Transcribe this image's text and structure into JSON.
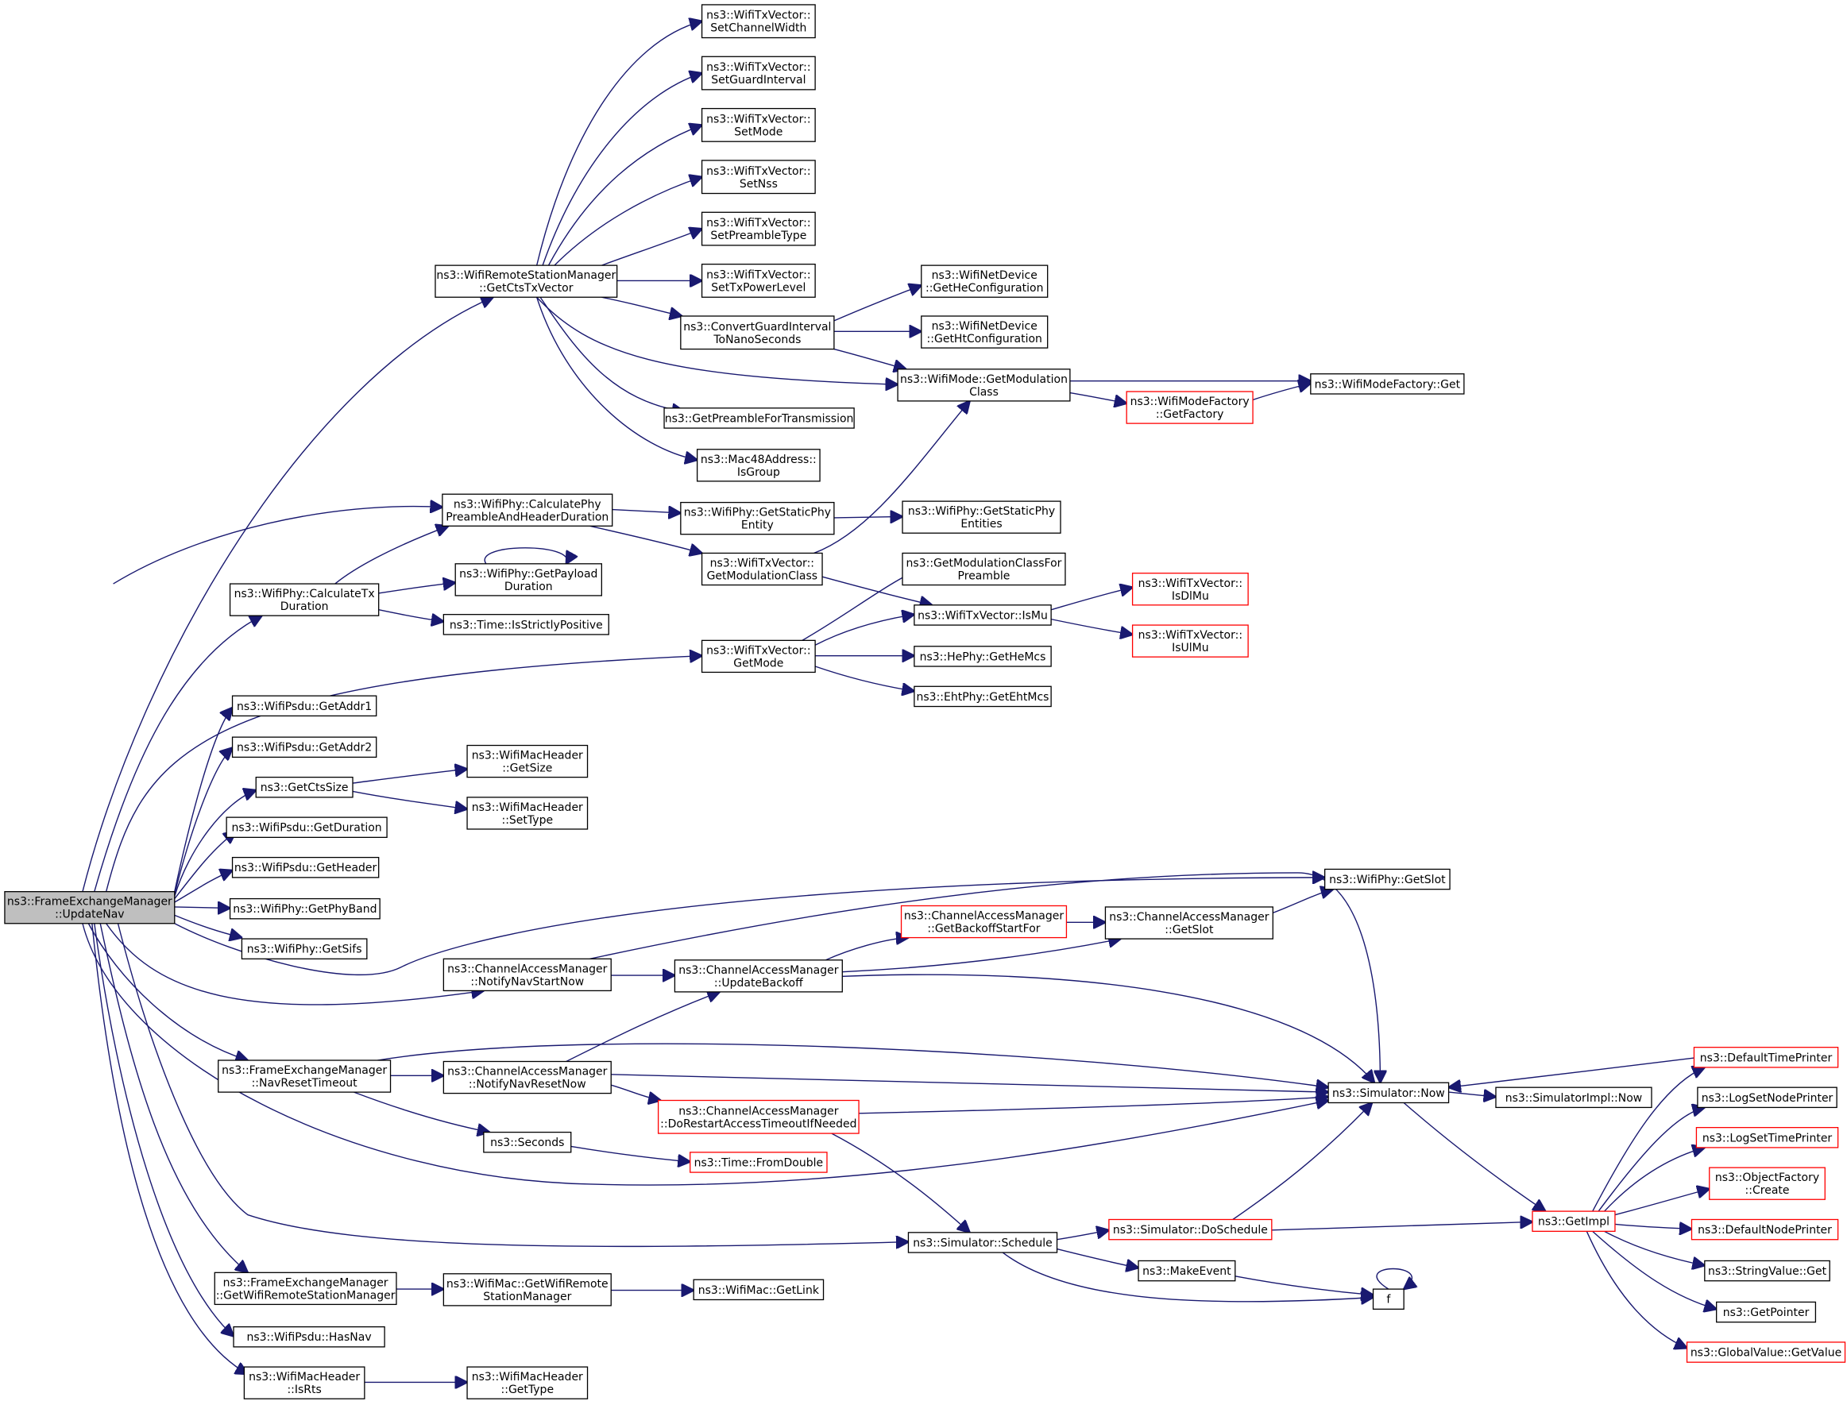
{
  "graph": {
    "type": "call-graph",
    "colors": {
      "edge": "#191970",
      "root_fill": "#bfbfbf",
      "border_red": "#ff0000",
      "border_black": "#000000"
    },
    "nodes": [
      {
        "id": "root",
        "lines": [
          "ns3::FrameExchangeManager",
          "::UpdateNav"
        ],
        "root": true
      },
      {
        "id": "getCtsTxVector",
        "lines": [
          "ns3::WifiRemoteStationManager",
          "::GetCtsTxVector"
        ]
      },
      {
        "id": "setChannelWidth",
        "lines": [
          "ns3::WifiTxVector::",
          "SetChannelWidth"
        ]
      },
      {
        "id": "setGuardInterval",
        "lines": [
          "ns3::WifiTxVector::",
          "SetGuardInterval"
        ]
      },
      {
        "id": "setMode",
        "lines": [
          "ns3::WifiTxVector::",
          "SetMode"
        ]
      },
      {
        "id": "setNss",
        "lines": [
          "ns3::WifiTxVector::",
          "SetNss"
        ]
      },
      {
        "id": "setPreambleType",
        "lines": [
          "ns3::WifiTxVector::",
          "SetPreambleType"
        ]
      },
      {
        "id": "setTxPowerLevel",
        "lines": [
          "ns3::WifiTxVector::",
          "SetTxPowerLevel"
        ]
      },
      {
        "id": "convertGI",
        "lines": [
          "ns3::ConvertGuardInterval",
          "ToNanoSeconds"
        ]
      },
      {
        "id": "getHeConfig",
        "lines": [
          "ns3::WifiNetDevice",
          "::GetHeConfiguration"
        ]
      },
      {
        "id": "getHtConfig",
        "lines": [
          "ns3::WifiNetDevice",
          "::GetHtConfiguration"
        ]
      },
      {
        "id": "getModClass",
        "lines": [
          "ns3::WifiMode::GetModulation",
          "Class"
        ]
      },
      {
        "id": "modeFactoryGet",
        "lines": [
          "ns3::WifiModeFactory::Get"
        ]
      },
      {
        "id": "getFactory",
        "lines": [
          "ns3::WifiModeFactory",
          "::GetFactory"
        ],
        "red": true
      },
      {
        "id": "getPreambleForTx",
        "lines": [
          "ns3::GetPreambleForTransmission"
        ]
      },
      {
        "id": "isGroup",
        "lines": [
          "ns3::Mac48Address::",
          "IsGroup"
        ]
      },
      {
        "id": "calcPhyPreamble",
        "lines": [
          "ns3::WifiPhy::CalculatePhy",
          "PreambleAndHeaderDuration"
        ]
      },
      {
        "id": "getStaticPhyEntity",
        "lines": [
          "ns3::WifiPhy::GetStaticPhy",
          "Entity"
        ]
      },
      {
        "id": "getStaticPhyEntities",
        "lines": [
          "ns3::WifiPhy::GetStaticPhy",
          "Entities"
        ]
      },
      {
        "id": "txvGetModClass",
        "lines": [
          "ns3::WifiTxVector::",
          "GetModulationClass"
        ]
      },
      {
        "id": "calcTxDuration",
        "lines": [
          "ns3::WifiPhy::CalculateTx",
          "Duration"
        ]
      },
      {
        "id": "getPayloadDuration",
        "lines": [
          "ns3::WifiPhy::GetPayload",
          "Duration"
        ]
      },
      {
        "id": "isStrictlyPositive",
        "lines": [
          "ns3::Time::IsStrictlyPositive"
        ]
      },
      {
        "id": "getModClassForPreamble",
        "lines": [
          "ns3::GetModulationClassFor",
          "Preamble"
        ]
      },
      {
        "id": "isMu",
        "lines": [
          "ns3::WifiTxVector::IsMu"
        ]
      },
      {
        "id": "isDlMu",
        "lines": [
          "ns3::WifiTxVector::",
          "IsDlMu"
        ],
        "red": true
      },
      {
        "id": "isUlMu",
        "lines": [
          "ns3::WifiTxVector::",
          "IsUlMu"
        ],
        "red": true
      },
      {
        "id": "txvGetMode",
        "lines": [
          "ns3::WifiTxVector::",
          "GetMode"
        ]
      },
      {
        "id": "getHeMcs",
        "lines": [
          "ns3::HePhy::GetHeMcs"
        ]
      },
      {
        "id": "getEhtMcs",
        "lines": [
          "ns3::EhtPhy::GetEhtMcs"
        ]
      },
      {
        "id": "getAddr1",
        "lines": [
          "ns3::WifiPsdu::GetAddr1"
        ]
      },
      {
        "id": "getAddr2",
        "lines": [
          "ns3::WifiPsdu::GetAddr2"
        ]
      },
      {
        "id": "getCtsSize",
        "lines": [
          "ns3::GetCtsSize"
        ]
      },
      {
        "id": "macHdrGetSize",
        "lines": [
          "ns3::WifiMacHeader",
          "::GetSize"
        ]
      },
      {
        "id": "macHdrSetType",
        "lines": [
          "ns3::WifiMacHeader",
          "::SetType"
        ]
      },
      {
        "id": "getDuration",
        "lines": [
          "ns3::WifiPsdu::GetDuration"
        ]
      },
      {
        "id": "getHeader",
        "lines": [
          "ns3::WifiPsdu::GetHeader"
        ]
      },
      {
        "id": "getPhyBand",
        "lines": [
          "ns3::WifiPhy::GetPhyBand"
        ]
      },
      {
        "id": "getSifs",
        "lines": [
          "ns3::WifiPhy::GetSifs"
        ]
      },
      {
        "id": "phyGetSlot",
        "lines": [
          "ns3::WifiPhy::GetSlot"
        ]
      },
      {
        "id": "getBackoffStartFor",
        "lines": [
          "ns3::ChannelAccessManager",
          "::GetBackoffStartFor"
        ],
        "red": true
      },
      {
        "id": "camGetSlot",
        "lines": [
          "ns3::ChannelAccessManager",
          "::GetSlot"
        ]
      },
      {
        "id": "notifyNavStartNow",
        "lines": [
          "ns3::ChannelAccessManager",
          "::NotifyNavStartNow"
        ]
      },
      {
        "id": "updateBackoff",
        "lines": [
          "ns3::ChannelAccessManager",
          "::UpdateBackoff"
        ]
      },
      {
        "id": "navResetTimeout",
        "lines": [
          "ns3::FrameExchangeManager",
          "::NavResetTimeout"
        ]
      },
      {
        "id": "notifyNavResetNow",
        "lines": [
          "ns3::ChannelAccessManager",
          "::NotifyNavResetNow"
        ]
      },
      {
        "id": "doRestartAccess",
        "lines": [
          "ns3::ChannelAccessManager",
          "::DoRestartAccessTimeoutIfNeeded"
        ],
        "red": true
      },
      {
        "id": "simNow",
        "lines": [
          "ns3::Simulator::Now"
        ]
      },
      {
        "id": "simImplNow",
        "lines": [
          "ns3::SimulatorImpl::Now"
        ]
      },
      {
        "id": "seconds",
        "lines": [
          "ns3::Seconds"
        ]
      },
      {
        "id": "fromDouble",
        "lines": [
          "ns3::Time::FromDouble"
        ],
        "red": true
      },
      {
        "id": "defaultTimePrinter",
        "lines": [
          "ns3::DefaultTimePrinter"
        ],
        "red": true
      },
      {
        "id": "logSetNodePrinter",
        "lines": [
          "ns3::LogSetNodePrinter"
        ]
      },
      {
        "id": "logSetTimePrinter",
        "lines": [
          "ns3::LogSetTimePrinter"
        ],
        "red": true
      },
      {
        "id": "objectFactoryCreate",
        "lines": [
          "ns3::ObjectFactory",
          "::Create"
        ],
        "red": true
      },
      {
        "id": "defaultNodePrinter",
        "lines": [
          "ns3::DefaultNodePrinter"
        ],
        "red": true
      },
      {
        "id": "stringValueGet",
        "lines": [
          "ns3::StringValue::Get"
        ]
      },
      {
        "id": "getPointer",
        "lines": [
          "ns3::GetPointer"
        ]
      },
      {
        "id": "globalValueGetValue",
        "lines": [
          "ns3::GlobalValue::GetValue"
        ],
        "red": true
      },
      {
        "id": "getImpl",
        "lines": [
          "ns3::GetImpl"
        ],
        "red": true
      },
      {
        "id": "doSchedule",
        "lines": [
          "ns3::Simulator::DoSchedule"
        ],
        "red": true
      },
      {
        "id": "schedule",
        "lines": [
          "ns3::Simulator::Schedule"
        ]
      },
      {
        "id": "makeEvent",
        "lines": [
          "ns3::MakeEvent"
        ]
      },
      {
        "id": "f",
        "lines": [
          "f"
        ]
      },
      {
        "id": "getWifiRSM",
        "lines": [
          "ns3::FrameExchangeManager",
          "::GetWifiRemoteStationManager"
        ]
      },
      {
        "id": "macGetWifiRSM",
        "lines": [
          "ns3::WifiMac::GetWifiRemote",
          "StationManager"
        ]
      },
      {
        "id": "macGetLink",
        "lines": [
          "ns3::WifiMac::GetLink"
        ]
      },
      {
        "id": "hasNav",
        "lines": [
          "ns3::WifiPsdu::HasNav"
        ]
      },
      {
        "id": "isRts",
        "lines": [
          "ns3::WifiMacHeader",
          "::IsRts"
        ]
      },
      {
        "id": "macHdrGetType",
        "lines": [
          "ns3::WifiMacHeader",
          "::GetType"
        ]
      }
    ]
  }
}
